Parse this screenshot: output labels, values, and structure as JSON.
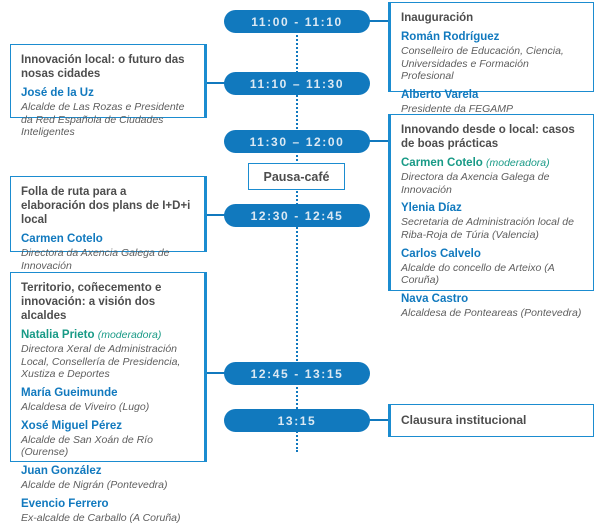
{
  "theme": {
    "accent_blue": "#1179be",
    "panel_border": "#1b8cd0",
    "moderator_teal": "#189a86",
    "title_gray": "#4d4d4d",
    "role_gray": "#5e5e5e",
    "pill_text": "#dce9f3"
  },
  "schedule": {
    "slots": [
      {
        "id": "slot-1",
        "time": "11:00  -  11:10"
      },
      {
        "id": "slot-2",
        "time": "11:10  –  11:30"
      },
      {
        "id": "slot-3",
        "time": "11:30  –  12:00"
      },
      {
        "id": "slot-4",
        "time": "12:30  -  12:45"
      },
      {
        "id": "slot-5",
        "time": "12:45  -  13:15"
      },
      {
        "id": "slot-6",
        "time": "13:15"
      }
    ],
    "break": {
      "label": "Pausa-café"
    }
  },
  "sessions": {
    "inauguracion": {
      "title": "Inauguración",
      "people": [
        {
          "name": "Román Rodríguez",
          "moderator_tag": "",
          "role": "Conselleiro de Educación, Ciencia, Universidades e Formación Profesional"
        },
        {
          "name": "Alberto Varela",
          "moderator_tag": "",
          "role": "Presidente da FEGAMP"
        }
      ]
    },
    "innovacion_local": {
      "title": "Innovación local: o futuro das nosas cidades",
      "people": [
        {
          "name": "José de la Uz",
          "moderator_tag": "",
          "role": "Alcalde de Las Rozas e Presidente da Red Española de Ciudades Inteligentes"
        }
      ]
    },
    "innovando_local": {
      "title": "Innovando desde o local: casos de boas prácticas",
      "people": [
        {
          "name": "Carmen Cotelo",
          "moderator_tag": "(moderadora)",
          "role": "Directora da Axencia Galega de Innovación"
        },
        {
          "name": "Ylenia Díaz",
          "moderator_tag": "",
          "role": "Secretaria de Administración local de Riba-Roja de Túria (Valencia)"
        },
        {
          "name": "Carlos Calvelo",
          "moderator_tag": "",
          "role": "Alcalde do concello de Arteixo (A Coruña)"
        },
        {
          "name": "Nava Castro",
          "moderator_tag": "",
          "role": "Alcaldesa de Ponteareas (Pontevedra)"
        }
      ]
    },
    "folla_ruta": {
      "title": "Folla de ruta para a elaboración dos plans de I+D+i local",
      "people": [
        {
          "name": "Carmen Cotelo",
          "moderator_tag": "",
          "role": "Directora da Axencia Galega de Innovación"
        }
      ]
    },
    "territorio": {
      "title": "Territorio, coñecemento e innovación: a visión dos alcaldes",
      "people": [
        {
          "name": "Natalia Prieto",
          "moderator_tag": "(moderadora)",
          "role": "Directora Xeral de Administración Local, Consellería de Presidencia, Xustiza e Deportes"
        },
        {
          "name": "María Gueimunde",
          "moderator_tag": "",
          "role": "Alcaldesa de Viveiro (Lugo)"
        },
        {
          "name": "Xosé Miguel Pérez",
          "moderator_tag": "",
          "role": "Alcalde de San Xoán de Río (Ourense)"
        },
        {
          "name": "Juan González",
          "moderator_tag": "",
          "role": "Alcalde de Nigrán (Pontevedra)"
        },
        {
          "name": "Evencio Ferrero",
          "moderator_tag": "",
          "role": "Ex-alcalde de Carballo (A Coruña)"
        }
      ]
    },
    "clausura": {
      "title": "Clausura institucional"
    }
  }
}
